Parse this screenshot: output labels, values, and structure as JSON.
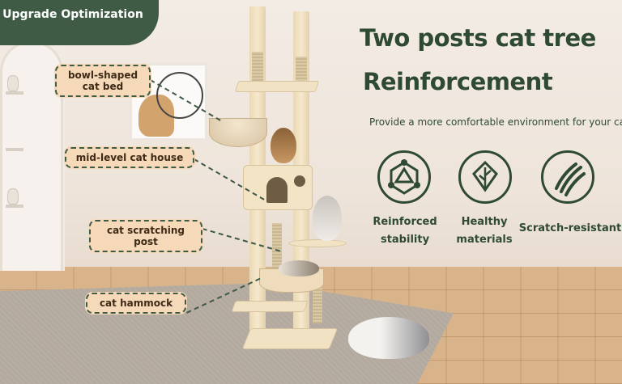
{
  "banner": {
    "text": "Upgrade Optimization"
  },
  "headline": {
    "line1": "Two posts cat tree",
    "line2": "Reinforcement"
  },
  "subtitle": "Provide a more comfortable environment for your cat",
  "callouts": {
    "bowl_bed": {
      "line1": "bowl-shaped",
      "line2": "cat bed"
    },
    "house": "mid-level cat house",
    "scratching_post": "cat scratching post",
    "hammock": "cat hammock"
  },
  "features": [
    {
      "icon": "reinforced-stability-icon",
      "line1": "Reinforced",
      "line2": "stability"
    },
    {
      "icon": "leaf-icon",
      "line1": "Healthy",
      "line2": "materials"
    },
    {
      "icon": "claw-scratch-icon",
      "line1": "Scratch-resistant",
      "line2": ""
    }
  ],
  "colors": {
    "brand_green": "#3f5a45",
    "callout_fill": "#f6d9b8",
    "text_green": "#2f4a33"
  }
}
